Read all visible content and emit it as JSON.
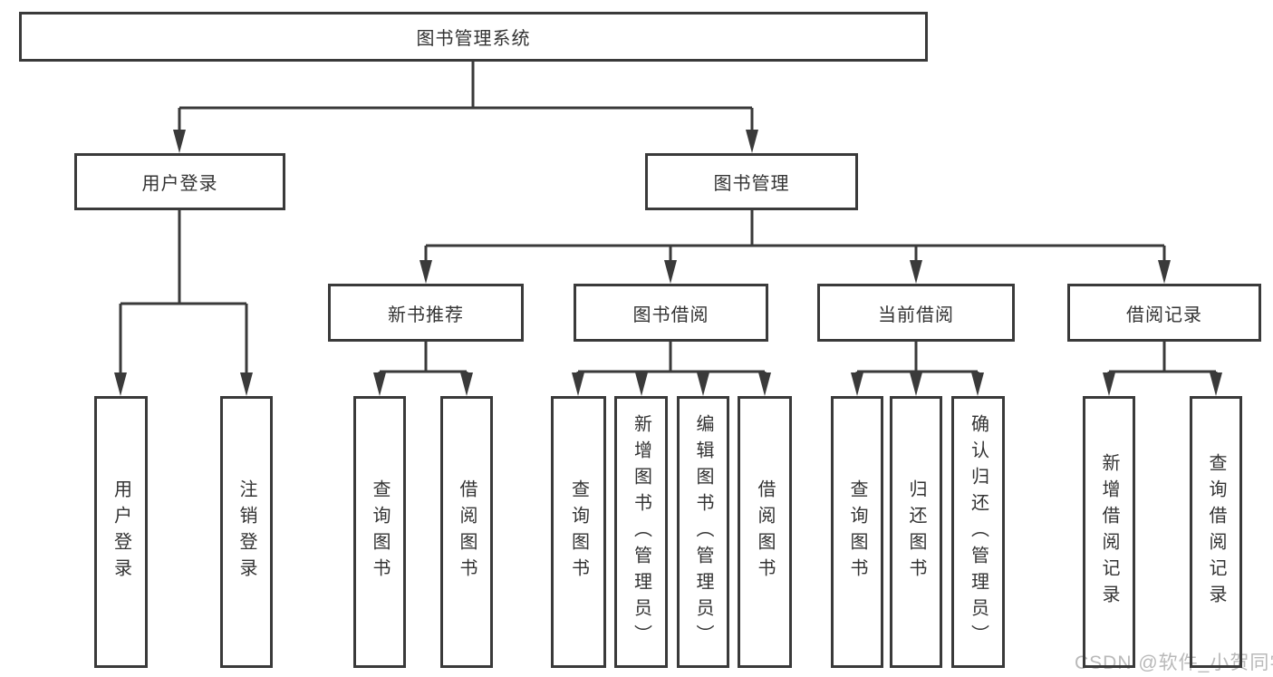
{
  "tree": {
    "root": {
      "label": "图书管理系统"
    },
    "branches": [
      {
        "label": "用户登录",
        "children": [
          {
            "label": "用户登录"
          },
          {
            "label": "注销登录"
          }
        ]
      },
      {
        "label": "图书管理",
        "children": [
          {
            "label": "新书推荐",
            "children": [
              {
                "label": "查询图书"
              },
              {
                "label": "借阅图书"
              }
            ]
          },
          {
            "label": "图书借阅",
            "children": [
              {
                "label": "查询图书"
              },
              {
                "label": "新增图书（管理员）"
              },
              {
                "label": "编辑图书（管理员）"
              },
              {
                "label": "借阅图书"
              }
            ]
          },
          {
            "label": "当前借阅",
            "children": [
              {
                "label": "查询图书"
              },
              {
                "label": "归还图书"
              },
              {
                "label": "确认归还（管理员）"
              }
            ]
          },
          {
            "label": "借阅记录",
            "children": [
              {
                "label": "新增借阅记录"
              },
              {
                "label": "查询借阅记录"
              }
            ]
          }
        ]
      }
    ]
  },
  "watermark": {
    "text": "CSDN @软件_小贺同学"
  },
  "colors": {
    "line": "#3a3a3a",
    "text": "#333333",
    "watermark": "#b9b9b9",
    "background": "#ffffff"
  }
}
